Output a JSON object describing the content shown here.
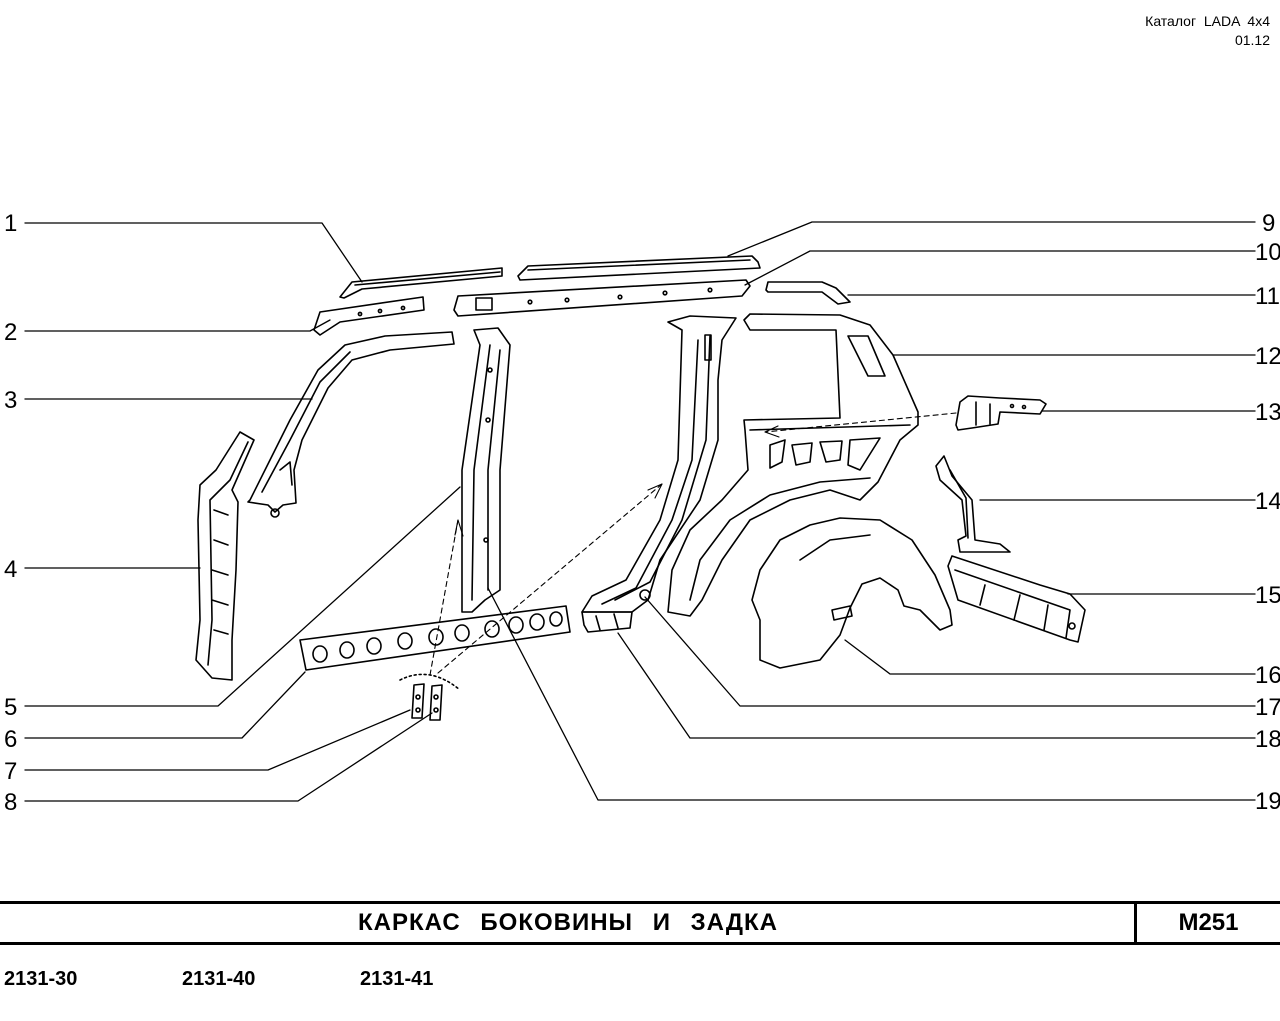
{
  "header": {
    "catalog_line": "Каталог  LADA  4x4",
    "date": "01.12"
  },
  "callouts": {
    "n1": "1",
    "n2": "2",
    "n3": "3",
    "n4": "4",
    "n5": "5",
    "n6": "6",
    "n7": "7",
    "n8": "8",
    "n9": "9",
    "n10": "10",
    "n11": "11",
    "n12": "12",
    "n13": "13",
    "n14": "14",
    "n15": "15",
    "n16": "16",
    "n17": "17",
    "n18": "18",
    "n19": "19"
  },
  "title": {
    "text": "КАРКАС   БОКОВИНЫ   И   ЗАДКА",
    "code": "M251"
  },
  "models": [
    "2131-30",
    "2131-40",
    "2131-41"
  ]
}
